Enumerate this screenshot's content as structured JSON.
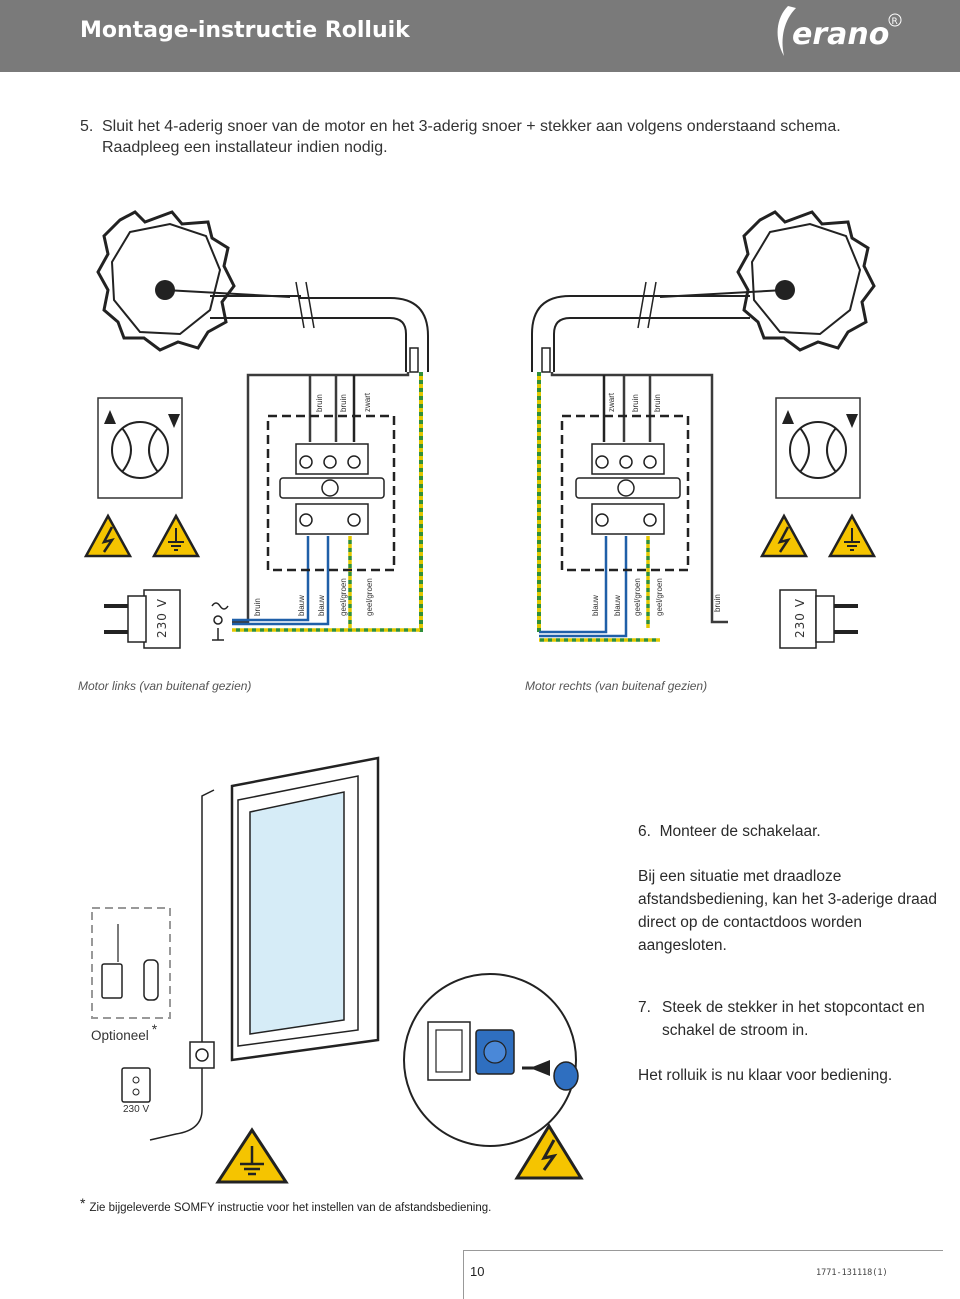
{
  "header": {
    "title": "Montage-instructie Rolluik",
    "logo_text": "Verano",
    "logo_mark": "®"
  },
  "step5": {
    "number": "5.",
    "text": "Sluit het 4-aderig snoer van de motor en het 3-aderig snoer + stekker aan volgens onderstaand schema. Raadpleeg een installateur indien nodig."
  },
  "wiring": {
    "left": {
      "top_labels": [
        "bruin",
        "bruin",
        "zwart"
      ],
      "bottom_labels": [
        "bruin",
        "blauw",
        "blauw",
        "geel/groen",
        "geel/groen"
      ],
      "voltage": "230 V",
      "caption": "Motor links (van buitenaf gezien)"
    },
    "right": {
      "top_labels": [
        "zwart",
        "bruin",
        "bruin"
      ],
      "bottom_labels": [
        "blauw",
        "blauw",
        "geel/groen",
        "geel/groen",
        "bruin"
      ],
      "voltage": "230 V",
      "caption": "Motor rechts (van buitenaf gezien)"
    },
    "colors": {
      "brown_wire": "#3b3b3b",
      "blue_wire": "#1f5fa8",
      "yellow_green": "#c8b400",
      "green": "#2f8f3a",
      "dashed_box": "#222222",
      "warning_yellow": "#f5c400"
    }
  },
  "step6": {
    "number": "6.",
    "title": "Monteer de schakelaar.",
    "paragraph": "Bij een situatie met draadloze afstandsbediening, kan het 3-aderige draad direct op de contactdoos worden aangesloten."
  },
  "step7": {
    "number": "7.",
    "text": "Steek de stekker in het stopcontact en schakel de stroom in.",
    "closing": "Het rolluik is nu klaar voor bediening."
  },
  "optional": {
    "label": "Optioneel",
    "star": "*",
    "voltage": "230 V"
  },
  "footnote": {
    "star": "*",
    "text": "Zie bijgeleverde SOMFY instructie voor het instellen van de afstandsbediening."
  },
  "footer": {
    "page_number": "10",
    "doc_code": "1771-131118(1)"
  }
}
